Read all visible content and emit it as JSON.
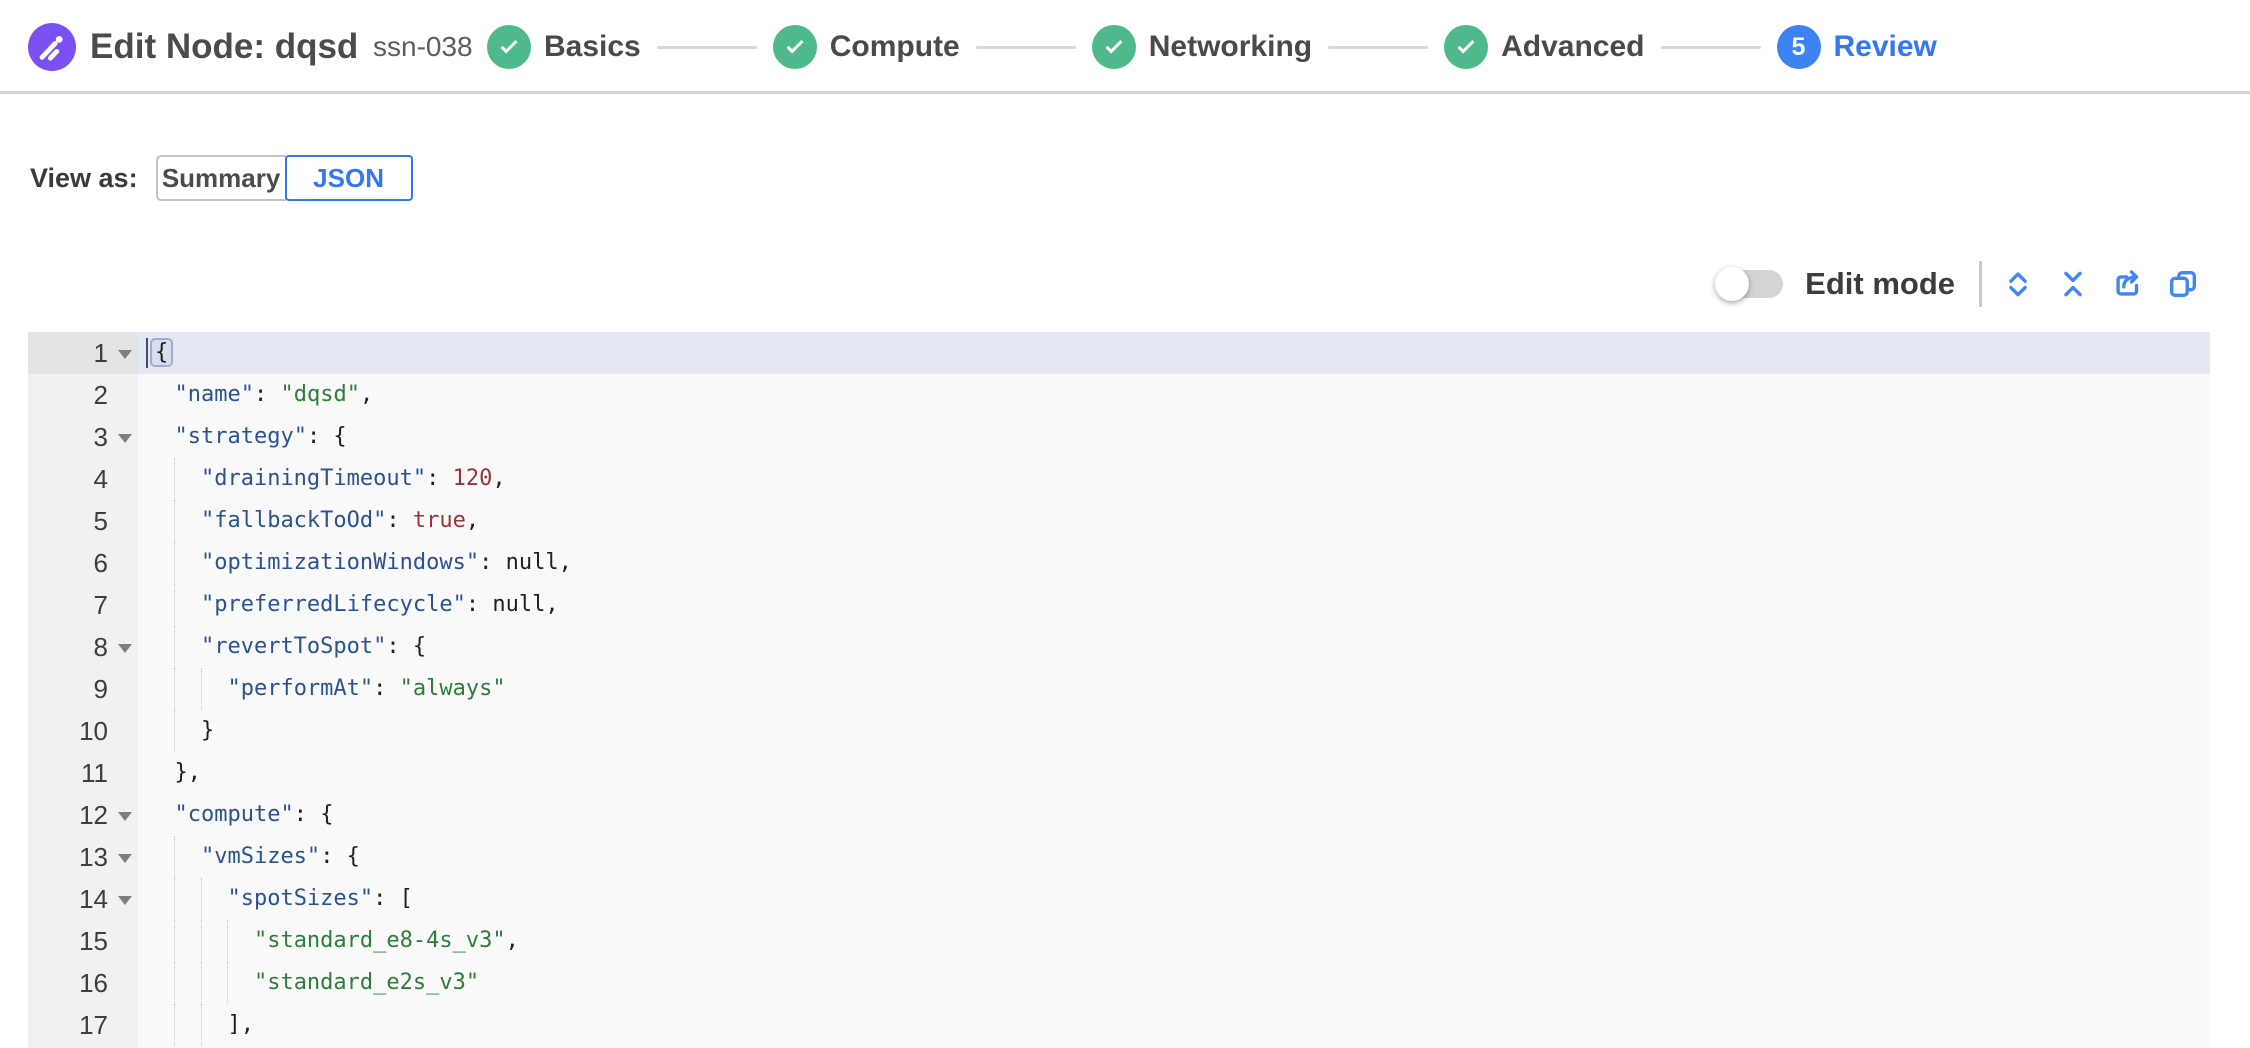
{
  "header": {
    "title": "Edit Node: dqsd",
    "subtitle": "ssn-038",
    "logo_icon": "spot-logo-icon"
  },
  "stepper": {
    "steps": [
      {
        "label": "Basics",
        "state": "done"
      },
      {
        "label": "Compute",
        "state": "done"
      },
      {
        "label": "Networking",
        "state": "done"
      },
      {
        "label": "Advanced",
        "state": "done"
      },
      {
        "label": "Review",
        "state": "current",
        "number": "5"
      }
    ]
  },
  "view_as": {
    "label": "View as:",
    "options": [
      {
        "label": "Summary",
        "selected": false
      },
      {
        "label": "JSON",
        "selected": true
      }
    ]
  },
  "toolbar": {
    "edit_mode_label": "Edit mode",
    "edit_mode_on": false,
    "icons": [
      {
        "name": "expand-all-icon"
      },
      {
        "name": "collapse-all-icon"
      },
      {
        "name": "export-icon"
      },
      {
        "name": "copy-icon"
      }
    ]
  },
  "editor": {
    "lines": [
      {
        "n": 1,
        "indent": 0,
        "fold": true,
        "active": true,
        "tokens": [
          [
            "punc",
            "{"
          ]
        ]
      },
      {
        "n": 2,
        "indent": 2,
        "tokens": [
          [
            "key",
            "\"name\""
          ],
          [
            "punc",
            ": "
          ],
          [
            "str",
            "\"dqsd\""
          ],
          [
            "punc",
            ","
          ]
        ]
      },
      {
        "n": 3,
        "indent": 2,
        "fold": true,
        "tokens": [
          [
            "key",
            "\"strategy\""
          ],
          [
            "punc",
            ": {"
          ]
        ]
      },
      {
        "n": 4,
        "indent": 4,
        "tokens": [
          [
            "key",
            "\"drainingTimeout\""
          ],
          [
            "punc",
            ": "
          ],
          [
            "num",
            "120"
          ],
          [
            "punc",
            ","
          ]
        ]
      },
      {
        "n": 5,
        "indent": 4,
        "tokens": [
          [
            "key",
            "\"fallbackToOd\""
          ],
          [
            "punc",
            ": "
          ],
          [
            "bool",
            "true"
          ],
          [
            "punc",
            ","
          ]
        ]
      },
      {
        "n": 6,
        "indent": 4,
        "tokens": [
          [
            "key",
            "\"optimizationWindows\""
          ],
          [
            "punc",
            ": "
          ],
          [
            "null",
            "null"
          ],
          [
            "punc",
            ","
          ]
        ]
      },
      {
        "n": 7,
        "indent": 4,
        "tokens": [
          [
            "key",
            "\"preferredLifecycle\""
          ],
          [
            "punc",
            ": "
          ],
          [
            "null",
            "null"
          ],
          [
            "punc",
            ","
          ]
        ]
      },
      {
        "n": 8,
        "indent": 4,
        "fold": true,
        "tokens": [
          [
            "key",
            "\"revertToSpot\""
          ],
          [
            "punc",
            ": {"
          ]
        ]
      },
      {
        "n": 9,
        "indent": 6,
        "tokens": [
          [
            "key",
            "\"performAt\""
          ],
          [
            "punc",
            ": "
          ],
          [
            "str",
            "\"always\""
          ]
        ]
      },
      {
        "n": 10,
        "indent": 4,
        "tokens": [
          [
            "punc",
            "}"
          ]
        ]
      },
      {
        "n": 11,
        "indent": 2,
        "tokens": [
          [
            "punc",
            "},"
          ]
        ]
      },
      {
        "n": 12,
        "indent": 2,
        "fold": true,
        "tokens": [
          [
            "key",
            "\"compute\""
          ],
          [
            "punc",
            ": {"
          ]
        ]
      },
      {
        "n": 13,
        "indent": 4,
        "fold": true,
        "tokens": [
          [
            "key",
            "\"vmSizes\""
          ],
          [
            "punc",
            ": {"
          ]
        ]
      },
      {
        "n": 14,
        "indent": 6,
        "fold": true,
        "tokens": [
          [
            "key",
            "\"spotSizes\""
          ],
          [
            "punc",
            ": ["
          ]
        ]
      },
      {
        "n": 15,
        "indent": 8,
        "tokens": [
          [
            "str",
            "\"standard_e8-4s_v3\""
          ],
          [
            "punc",
            ","
          ]
        ]
      },
      {
        "n": 16,
        "indent": 8,
        "tokens": [
          [
            "str",
            "\"standard_e2s_v3\""
          ]
        ]
      },
      {
        "n": 17,
        "indent": 6,
        "tokens": [
          [
            "punc",
            "],"
          ]
        ]
      }
    ]
  },
  "colors": {
    "logo_purple": "#7b50f2",
    "step_green": "#4eba8c",
    "current_blue": "#3d82f3",
    "link_blue": "#3576f5",
    "icon_blue": "#4285f4",
    "key_blue": "#2b5291",
    "string_green": "#2e7d3a",
    "number_red": "#953639",
    "active_line": "#e4e8f2"
  }
}
